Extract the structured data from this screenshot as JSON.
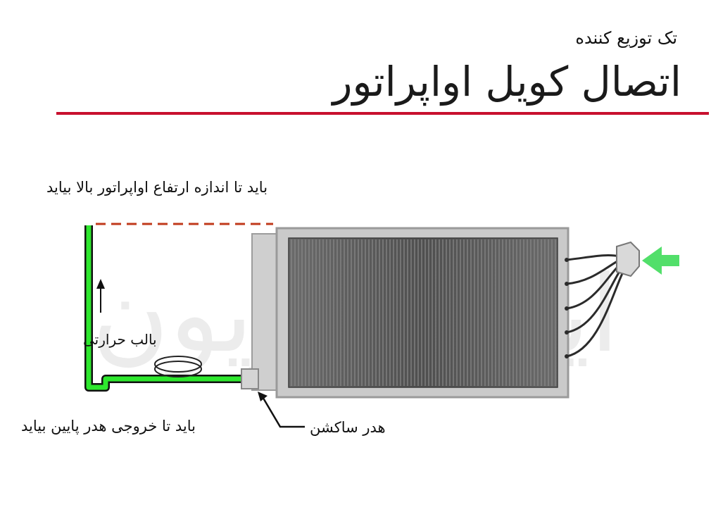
{
  "header": {
    "subtitle": "تک توزیع کننده",
    "title": "اتصال کویل اواپراتور",
    "rule_color": "#c8102e"
  },
  "watermark": {
    "text": "ایران فریون"
  },
  "labels": {
    "top_note": "باید تا اندازه ارتفاع اواپراتور بالا بیاید",
    "bulb": "بالب حرارتی",
    "bottom_note": "باید تا خروجی هدر پایین بیاید",
    "suction_header": "هدر ساکشن"
  },
  "colors": {
    "suction_line": "#2ee82e",
    "dashed_guide": "#c0391b",
    "inlet_arrow": "#3fdc5a",
    "coil_frame": "#c6c6c6",
    "coil_fins": "#5d5d5d"
  },
  "icons": {
    "flow_up": "arrow-up-icon",
    "inlet": "arrow-right-icon"
  }
}
